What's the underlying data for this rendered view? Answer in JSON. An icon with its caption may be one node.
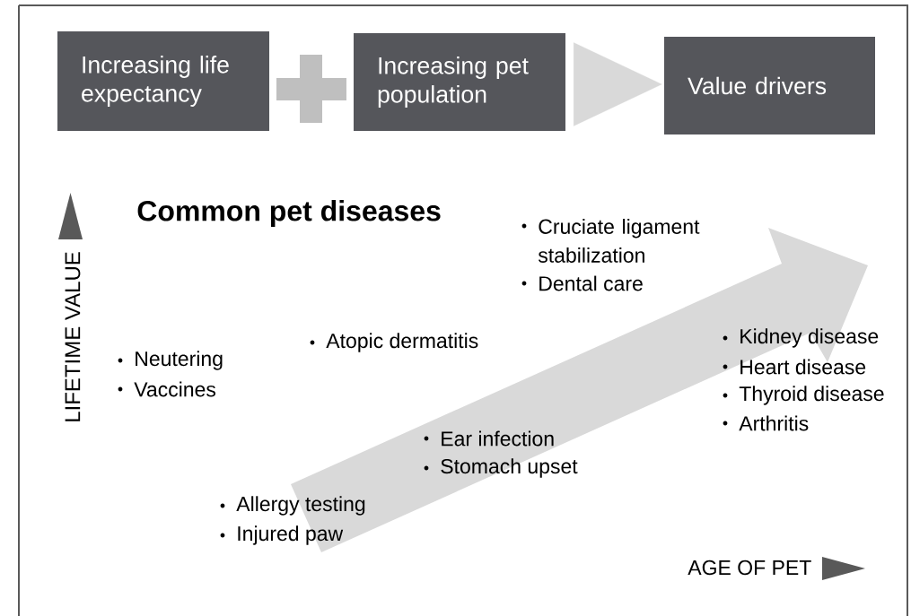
{
  "diagram": {
    "nodes": [
      {
        "text": [
          "Increasing life expectancy"
        ]
      },
      {
        "text": [
          "Increasing pet population"
        ]
      },
      {
        "text": [
          "Value drivers"
        ]
      }
    ],
    "edges": [
      {
        "from": 1,
        "to": 2,
        "arrow": "to"
      }
    ],
    "labels": [
      "LIFETIME VALUE",
      "Common pet diseases",
      "Cruciate ligament stabilization",
      "Dental care",
      "Atopic dermatitis",
      "Neutering",
      "Vaccines",
      "Kidney disease",
      "Heart disease",
      "Thyroid disease",
      "Arthritis",
      "Ear infection",
      "Stomach upset",
      "Allergy testing",
      "Injured paw",
      "AGE OF PET"
    ]
  }
}
